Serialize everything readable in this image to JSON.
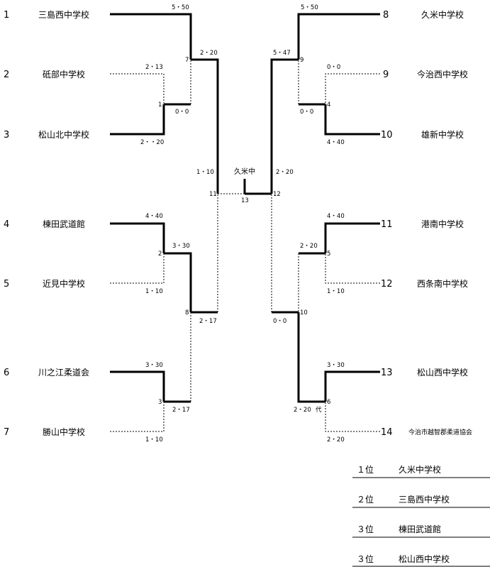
{
  "entries": [
    {
      "seed": "1",
      "team": "三島西中学校"
    },
    {
      "seed": "2",
      "team": "砥部中学校"
    },
    {
      "seed": "3",
      "team": "松山北中学校"
    },
    {
      "seed": "4",
      "team": "棟田武道館"
    },
    {
      "seed": "5",
      "team": "近見中学校"
    },
    {
      "seed": "6",
      "team": "川之江柔道会"
    },
    {
      "seed": "7",
      "team": "勝山中学校"
    },
    {
      "seed": "8",
      "team": "久米中学校"
    },
    {
      "seed": "9",
      "team": "今治西中学校"
    },
    {
      "seed": "10",
      "team": "雄新中学校"
    },
    {
      "seed": "11",
      "team": "港南中学校"
    },
    {
      "seed": "12",
      "team": "西条南中学校"
    },
    {
      "seed": "13",
      "team": "松山西中学校"
    },
    {
      "seed": "14",
      "team": "今治市越智郡柔道協会"
    }
  ],
  "matches": {
    "m1": "1",
    "m2": "2",
    "m3": "3",
    "m4": "4",
    "m5": "5",
    "m6": "6",
    "m7": "7",
    "m8": "8",
    "m9": "9",
    "m10": "10",
    "m11": "11",
    "m12": "12",
    "m13": "13"
  },
  "scores": {
    "s_1": "5・50",
    "s_2": "2・13",
    "s_3": "2・・20",
    "s_m1": "0・0",
    "s_4": "4・40",
    "s_5": "1・10",
    "s_m2": "3・30",
    "s_6": "3・30",
    "s_7": "1・10",
    "s_m3": "2・17",
    "s_m7": "2・20",
    "s_m8": "2・17",
    "s_m11": "1・10",
    "s_8": "5・50",
    "s_9": "0・0",
    "s_10": "4・40",
    "s_m4": "0・0",
    "s_11": "4・40",
    "s_12": "1・10",
    "s_m5": "2・20",
    "s_13": "3・30",
    "s_14": "2・20",
    "s_m6": "2・20",
    "s_m6_note": "代",
    "s_m9": "5・47",
    "s_m10": "0・0",
    "s_m12": "2・20"
  },
  "champion": "久米中",
  "rankings": [
    {
      "place": "１位",
      "team": "久米中学校"
    },
    {
      "place": "２位",
      "team": "三島西中学校"
    },
    {
      "place": "３位",
      "team": "棟田武道館"
    },
    {
      "place": "３位",
      "team": "松山西中学校"
    }
  ]
}
